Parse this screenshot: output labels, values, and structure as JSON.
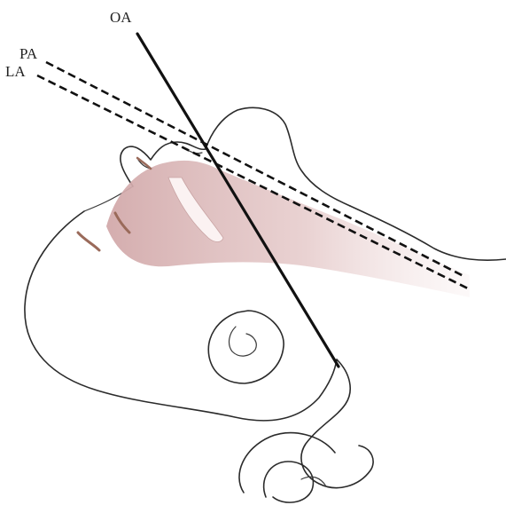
{
  "diagram": {
    "labels": {
      "oral_axis": "OA",
      "pharyngeal_axis": "PA",
      "laryngeal_axis": "LA"
    },
    "colors": {
      "airway_tint": "#d9b8b8",
      "outline": "#2b2b2b",
      "axis_line": "#111111",
      "nasal_detail": "#9a6a5a"
    }
  }
}
